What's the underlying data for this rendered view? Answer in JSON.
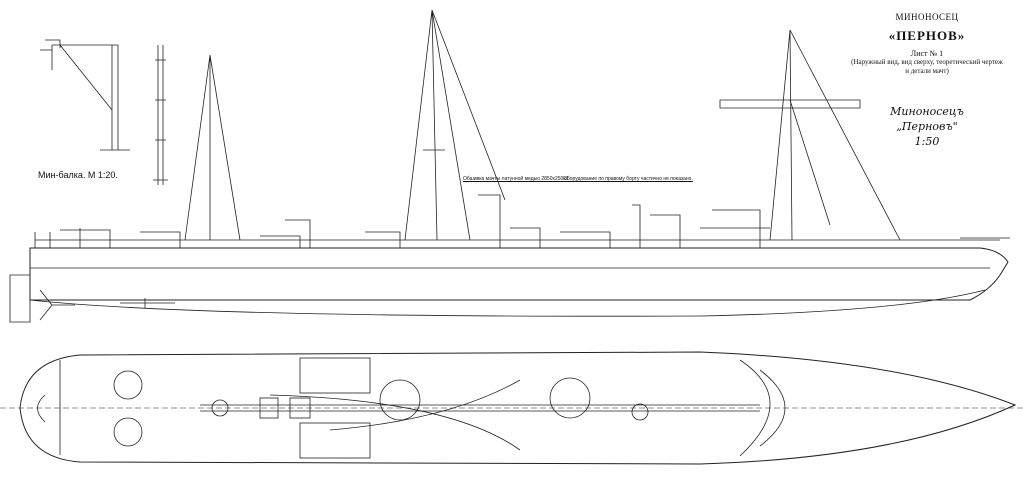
{
  "title_block": {
    "vessel_type": "МИНОНОСЕЦ",
    "vessel_name": "«ПЕРНОВ»",
    "sheet": "Лист № 1",
    "sheet_description_line1": "(Наружный вид, вид сверху, теоретический чертеж",
    "sheet_description_line2": "и детали мачт)"
  },
  "handwritten_label": {
    "line1": "Миноносецъ",
    "line2": "„Перновъ\"",
    "scale": "1:50"
  },
  "crane_detail_label": "Мин-балка. М 1:20.",
  "notes": {
    "mast_note": "Обшивка мачты латунной медью 2850х250х1",
    "equipment_note": "Оборудование по правому борту частично не показано."
  }
}
